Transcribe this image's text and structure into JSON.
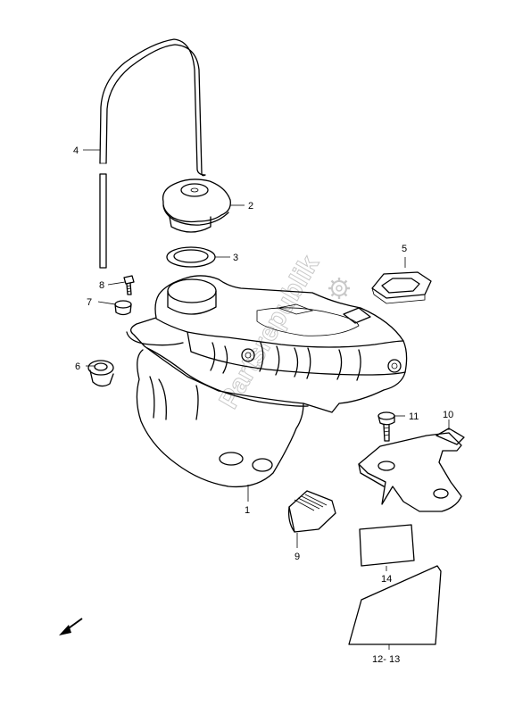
{
  "colors": {
    "line": "#000000",
    "background": "#ffffff",
    "watermark": "#c8c8c8"
  },
  "watermark": {
    "text": "Partsrepublik"
  },
  "callouts": {
    "c1": "1",
    "c2": "2",
    "c3": "3",
    "c4": "4",
    "c5": "5",
    "c6": "6",
    "c7": "7",
    "c8": "8",
    "c9": "9",
    "c10": "10",
    "c11": "11",
    "c14": "14",
    "c1213": "12- 13"
  },
  "icons": {
    "direction": "front-arrow-icon",
    "gear": "gear-icon"
  }
}
